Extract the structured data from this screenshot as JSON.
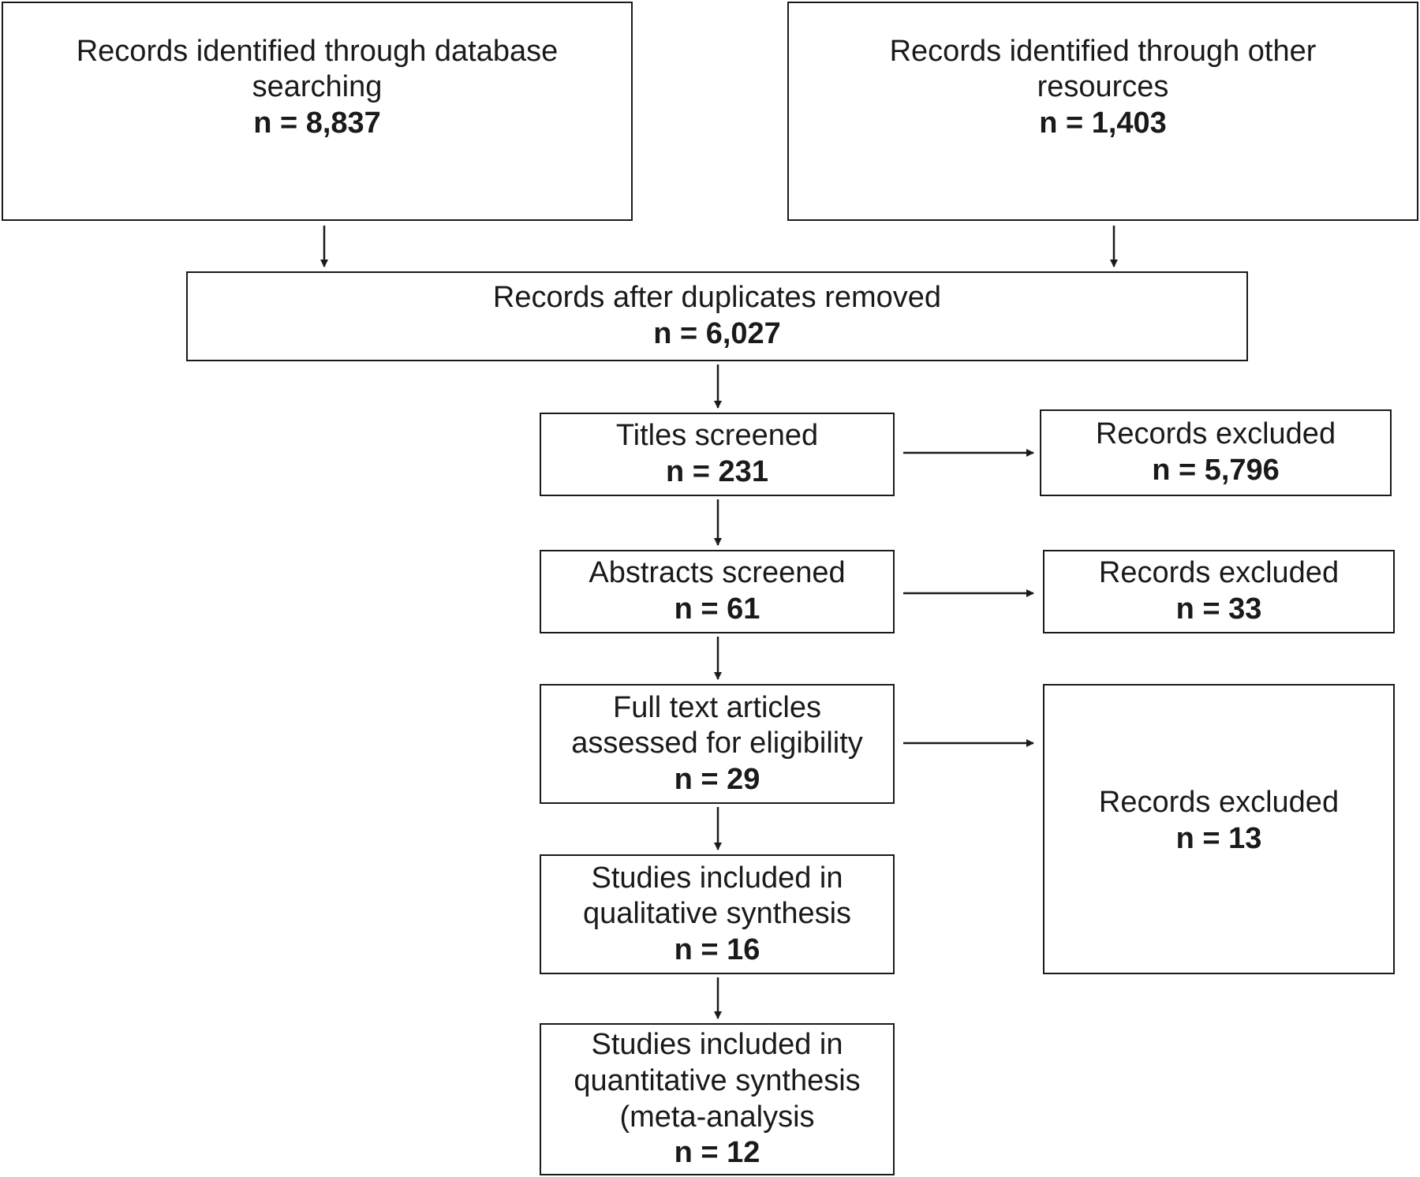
{
  "boxes": {
    "database_search": {
      "label": "Records identified through database searching",
      "count": "n = 8,837"
    },
    "other_resources": {
      "label": "Records identified through other resources",
      "count": "n = 1,403"
    },
    "after_duplicates": {
      "label": "Records after duplicates removed",
      "count": "n = 6,027"
    },
    "titles_screened": {
      "label": "Titles screened",
      "count": "n = 231"
    },
    "titles_excluded": {
      "label": "Records excluded",
      "count": "n = 5,796"
    },
    "abstracts_screened": {
      "label": "Abstracts screened",
      "count": "n = 61"
    },
    "abstracts_excluded": {
      "label": "Records excluded",
      "count": "n = 33"
    },
    "full_text": {
      "label": "Full text articles assessed for eligibility",
      "count": "n = 29"
    },
    "full_text_excluded": {
      "label": "Records excluded",
      "count": "n = 13"
    },
    "qualitative": {
      "label": "Studies included in qualitative synthesis",
      "count": "n = 16"
    },
    "quantitative": {
      "label": "Studies included in quantitative synthesis (meta-analysis",
      "count": "n = 12"
    }
  }
}
